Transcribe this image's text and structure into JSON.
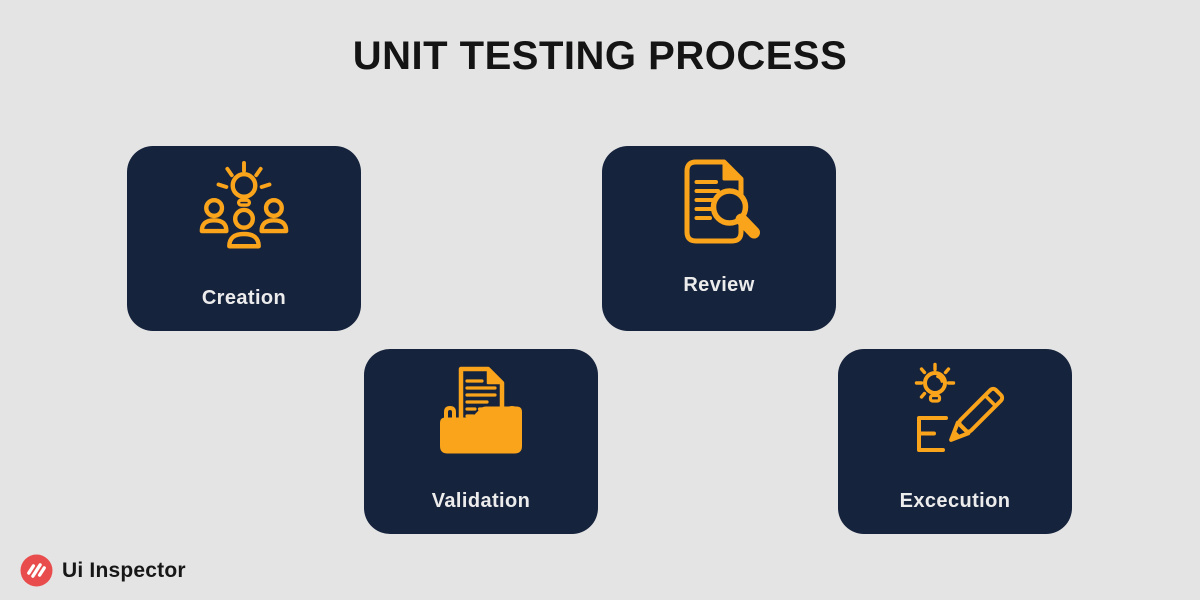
{
  "title": "UNIT TESTING PROCESS",
  "cards": [
    {
      "label": "Creation",
      "icon": "team-lightbulb-icon"
    },
    {
      "label": "Review",
      "icon": "document-magnifier-icon"
    },
    {
      "label": "Validation",
      "icon": "folder-document-icon"
    },
    {
      "label": "Excecution",
      "icon": "lightbulb-pencil-icon"
    }
  ],
  "footer": {
    "brand": "Ui Inspector"
  },
  "colors": {
    "background": "#E5E4E4",
    "card": "#16233D",
    "accent_orange": "#F9A41A",
    "card_label": "#ECECEC",
    "title_text": "#141414",
    "logo_red": "#E84C4C",
    "brand_text": "#171717"
  }
}
